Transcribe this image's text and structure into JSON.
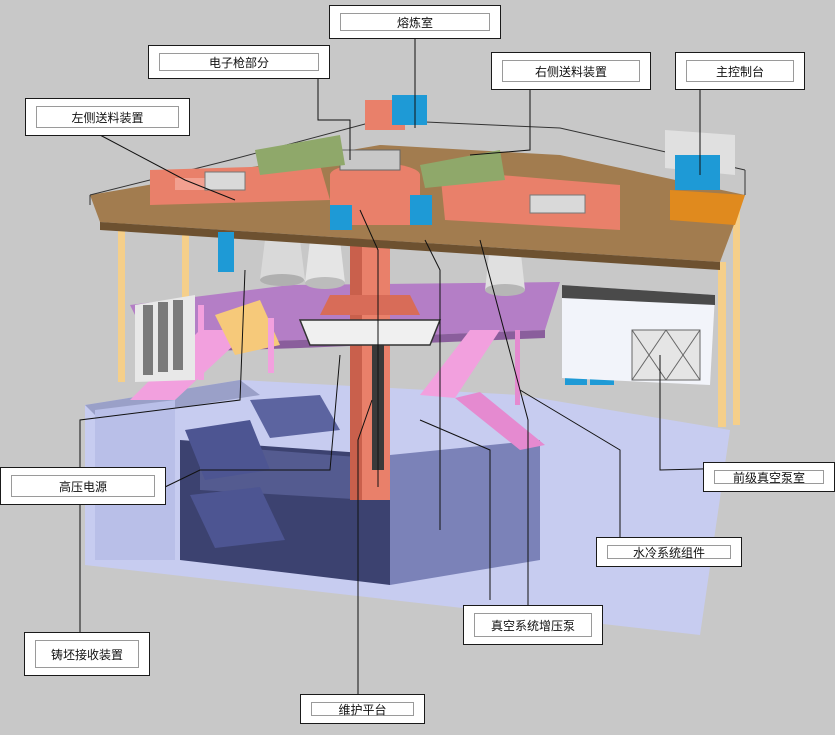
{
  "labels": {
    "melting_chamber": "熔炼室",
    "electron_gun": "电子枪部分",
    "right_feeder": "右侧送料装置",
    "main_console": "主控制台",
    "left_feeder": "左侧送料装置",
    "high_voltage_power": "高压电源",
    "fore_vacuum_pump_room": "前级真空泵室",
    "water_cooling_components": "水冷系统组件",
    "vacuum_booster_pump": "真空系统增压泵",
    "ingot_receiving": "铸坯接收装置",
    "maintenance_platform": "维护平台"
  },
  "colors": {
    "background": "#c8c8c8",
    "floor_deck": "#a27c4f",
    "equipment_salmon": "#e9806a",
    "cabinet_blue": "#1e9ad6",
    "pit_wall": "#c7ccf0",
    "platform_purple": "#b47ec6",
    "stair_pink": "#f2a0de",
    "stair_yellow": "#f6c97a",
    "column_tan": "#f5cf8a"
  }
}
